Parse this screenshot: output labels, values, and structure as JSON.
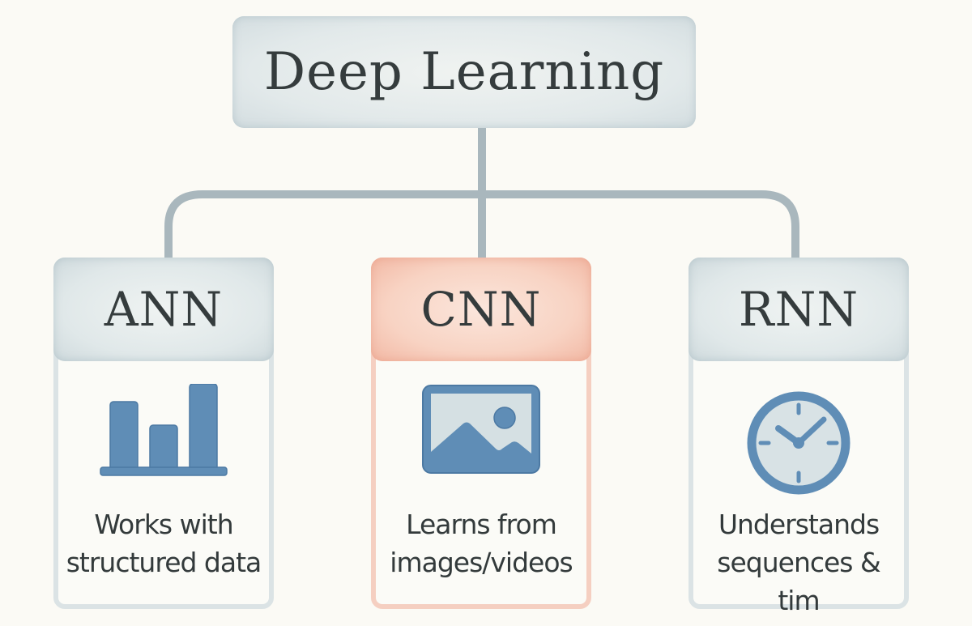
{
  "diagram": {
    "root": {
      "label": "Deep Learning"
    },
    "colors": {
      "background": "#fbfaf5",
      "node_gray": "#e0e8e9",
      "node_highlight": "#f8d3c3",
      "connector": "#a9b7bd",
      "icon_blue": "#5f8db6",
      "text": "#353c3d"
    },
    "children": [
      {
        "label": "ANN",
        "icon": "bar-chart-icon",
        "description_line1": "Works with",
        "description_line2": "structured data",
        "highlighted": false
      },
      {
        "label": "CNN",
        "icon": "image-icon",
        "description_line1": "Learns from",
        "description_line2": "images/videos",
        "highlighted": true
      },
      {
        "label": "RNN",
        "icon": "clock-icon",
        "description_line1": "Understands",
        "description_line2": "sequences & tim",
        "highlighted": false
      }
    ]
  }
}
